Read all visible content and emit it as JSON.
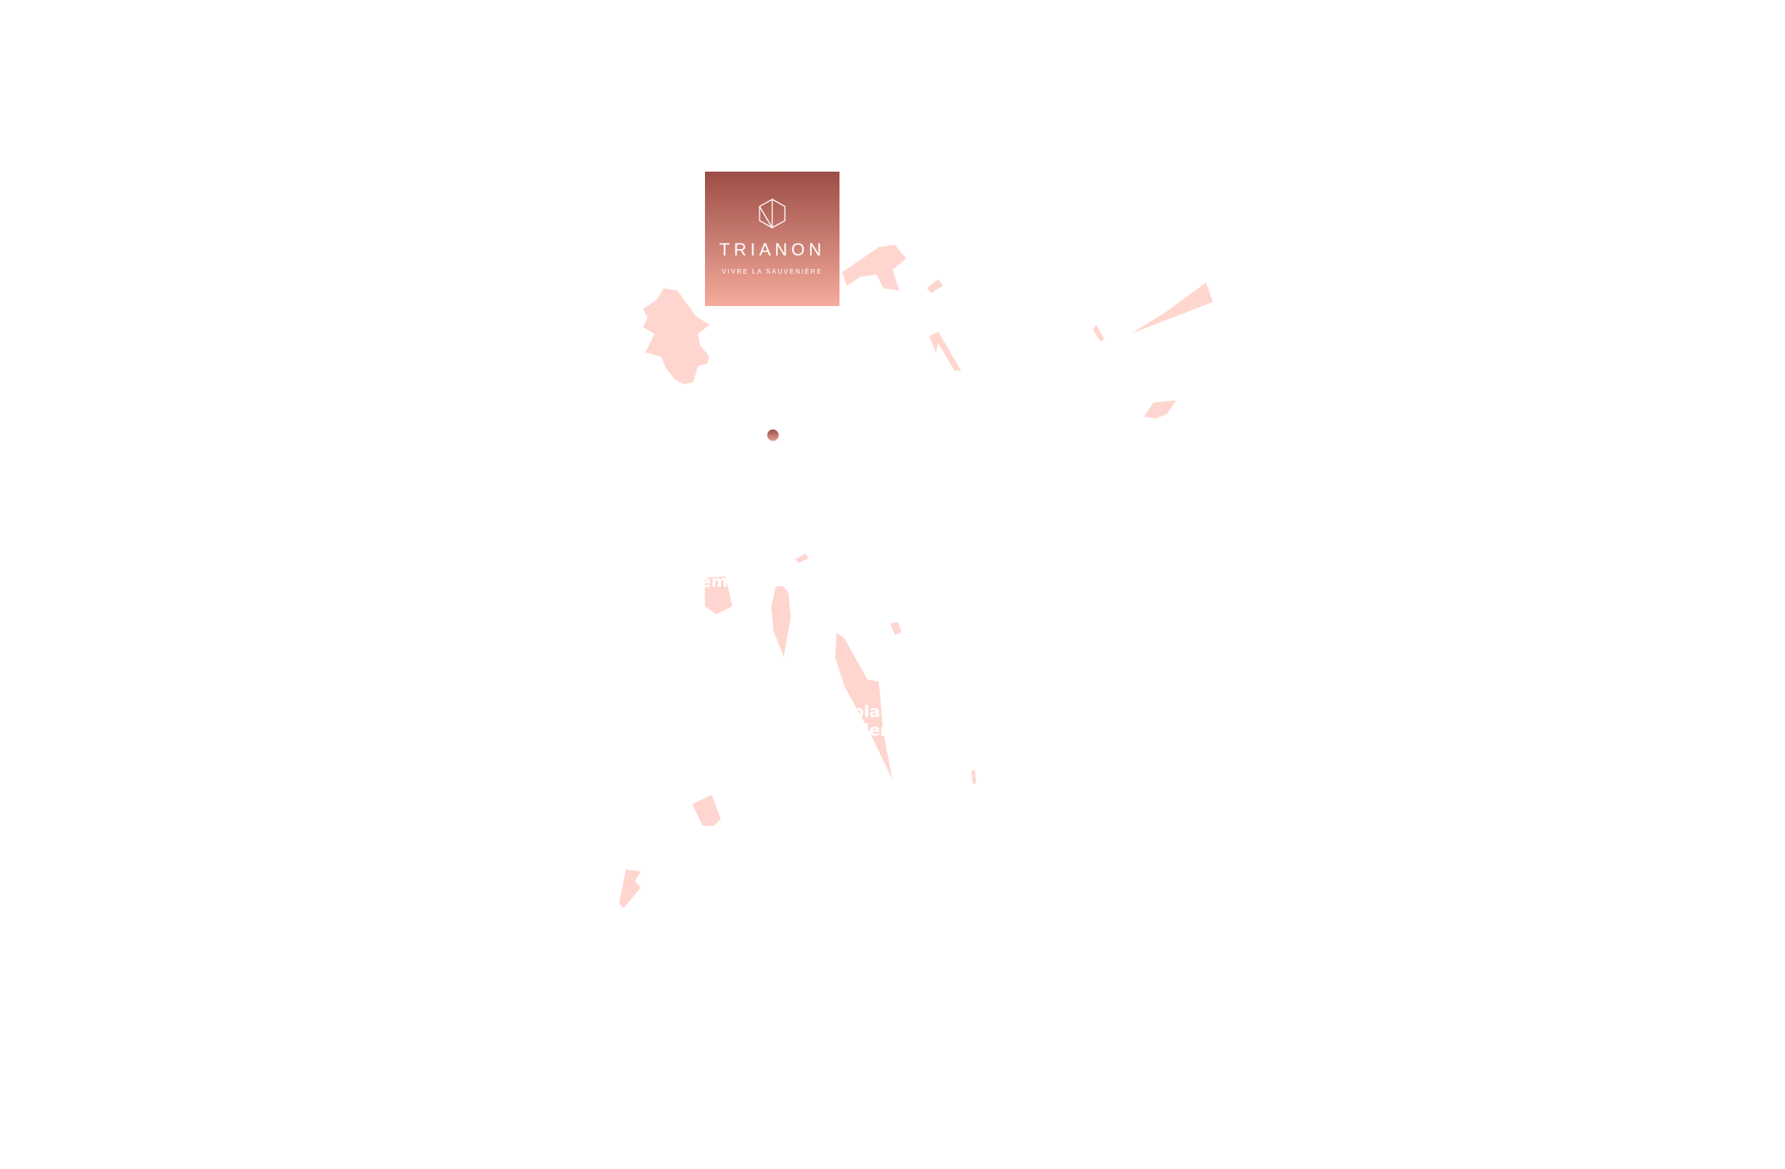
{
  "logo": {
    "title": "TRIANON",
    "subtitle": "VIVRE LA SAUVENIÈRE"
  },
  "map_labels": [
    "em",
    "plan",
    "llen"
  ],
  "colors": {
    "shape": "#ffd6cf",
    "logo_top": "#9c4d45",
    "logo_bottom": "#f5ab9c",
    "marker": "#b3645a"
  }
}
